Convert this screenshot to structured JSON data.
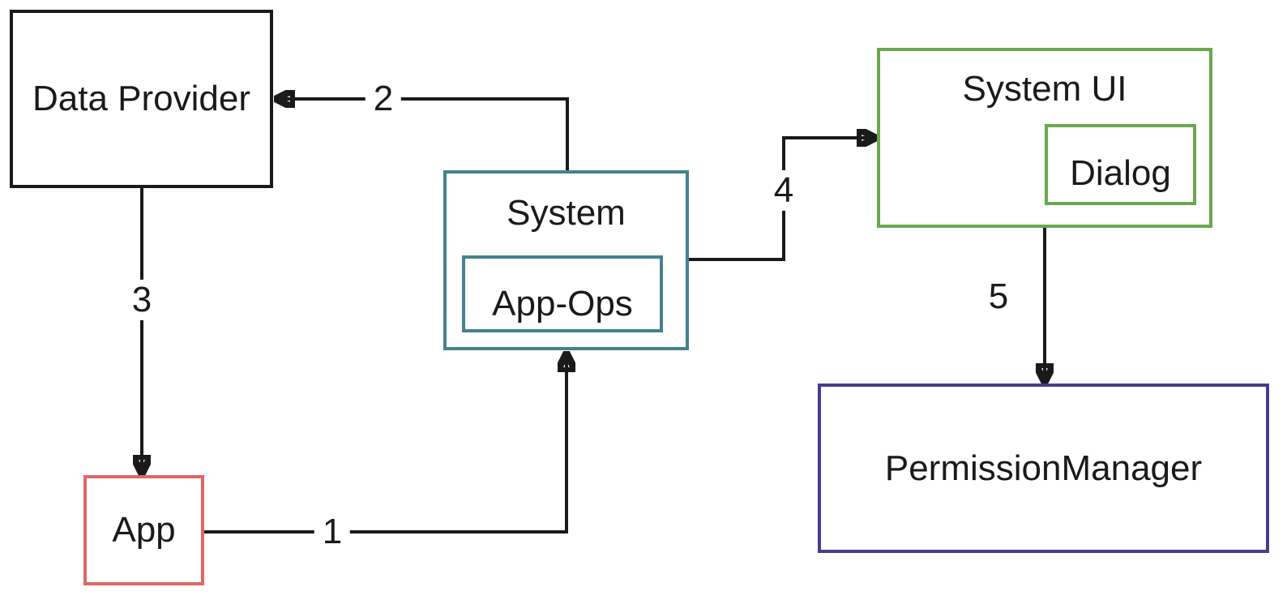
{
  "nodes": {
    "data_provider": {
      "label": "Data Provider",
      "border_color": "#1a1a1a"
    },
    "app": {
      "label": "App",
      "border_color": "#e06666"
    },
    "system": {
      "label": "System",
      "border_color": "#45818e"
    },
    "app_ops": {
      "label": "App-Ops",
      "border_color": "#45818e"
    },
    "system_ui": {
      "label": "System UI",
      "border_color": "#6aa84f"
    },
    "dialog": {
      "label": "Dialog",
      "border_color": "#6aa84f"
    },
    "permission_manager": {
      "label": "PermissionManager",
      "border_color": "#473c8f"
    }
  },
  "edges": {
    "e1": {
      "label": "1",
      "from": "App",
      "to": "System"
    },
    "e2": {
      "label": "2",
      "from": "System",
      "to": "Data Provider"
    },
    "e3": {
      "label": "3",
      "from": "Data Provider",
      "to": "App"
    },
    "e4": {
      "label": "4",
      "from": "System",
      "to": "System UI"
    },
    "e5": {
      "label": "5",
      "from": "System UI",
      "to": "PermissionManager"
    }
  },
  "colors": {
    "background": "#ffffff",
    "text": "#1a1a1a",
    "line": "#1a1a1a",
    "black-box": "#1a1a1a",
    "red-box": "#e06666",
    "teal-box": "#45818e",
    "green-box": "#6aa84f",
    "purple-box": "#473c8f"
  }
}
